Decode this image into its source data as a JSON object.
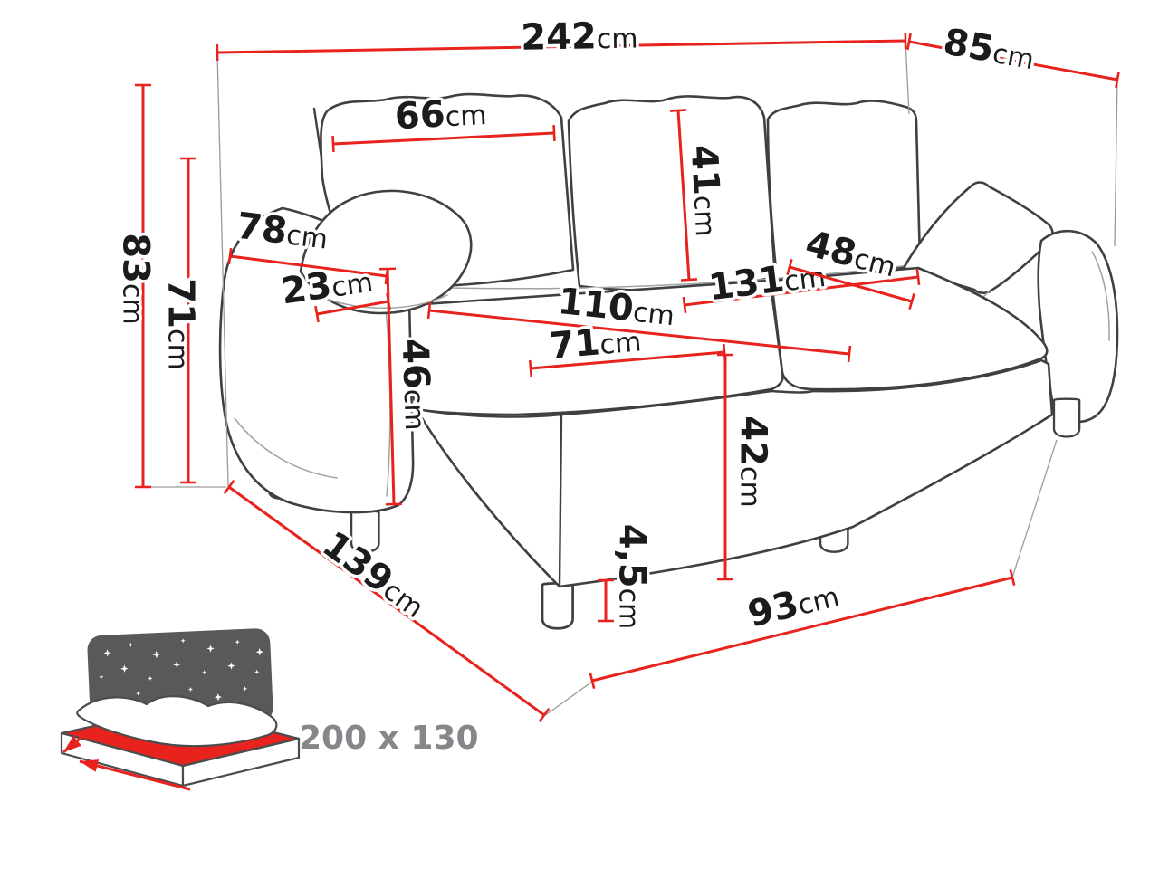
{
  "diagram": {
    "subject": "Corner sofa bed dimension drawing",
    "unit_default": "cm",
    "colors": {
      "dimension_red": "#e8231e",
      "outline_gray": "#3e4042",
      "bed_size_gray": "#85878a",
      "headboard_gray": "#58595b"
    },
    "dimensions": {
      "total_width": {
        "value": "242",
        "unit": "cm"
      },
      "side_depth": {
        "value": "85",
        "unit": "cm"
      },
      "total_height": {
        "value": "83",
        "unit": "cm"
      },
      "armrest_floor_height": {
        "value": "71",
        "unit": "cm"
      },
      "back_cushion_width": {
        "value": "66",
        "unit": "cm"
      },
      "back_cushion_height": {
        "value": "41",
        "unit": "cm"
      },
      "armrest_length": {
        "value": "78",
        "unit": "cm"
      },
      "armrest_width": {
        "value": "23",
        "unit": "cm"
      },
      "armrest_height": {
        "value": "46",
        "unit": "cm"
      },
      "chaise_seat_length": {
        "value": "110",
        "unit": "cm"
      },
      "chaise_seat_width": {
        "value": "71",
        "unit": "cm"
      },
      "seat_length_right": {
        "value": "131",
        "unit": "cm"
      },
      "seat_depth": {
        "value": "48",
        "unit": "cm"
      },
      "seat_height": {
        "value": "42",
        "unit": "cm"
      },
      "leg_height": {
        "value": "4,5",
        "unit": "cm"
      },
      "corner_depth": {
        "value": "139",
        "unit": "cm"
      },
      "front_width": {
        "value": "93",
        "unit": "cm"
      }
    },
    "sleeping_area": {
      "label": "200 x 130"
    }
  }
}
